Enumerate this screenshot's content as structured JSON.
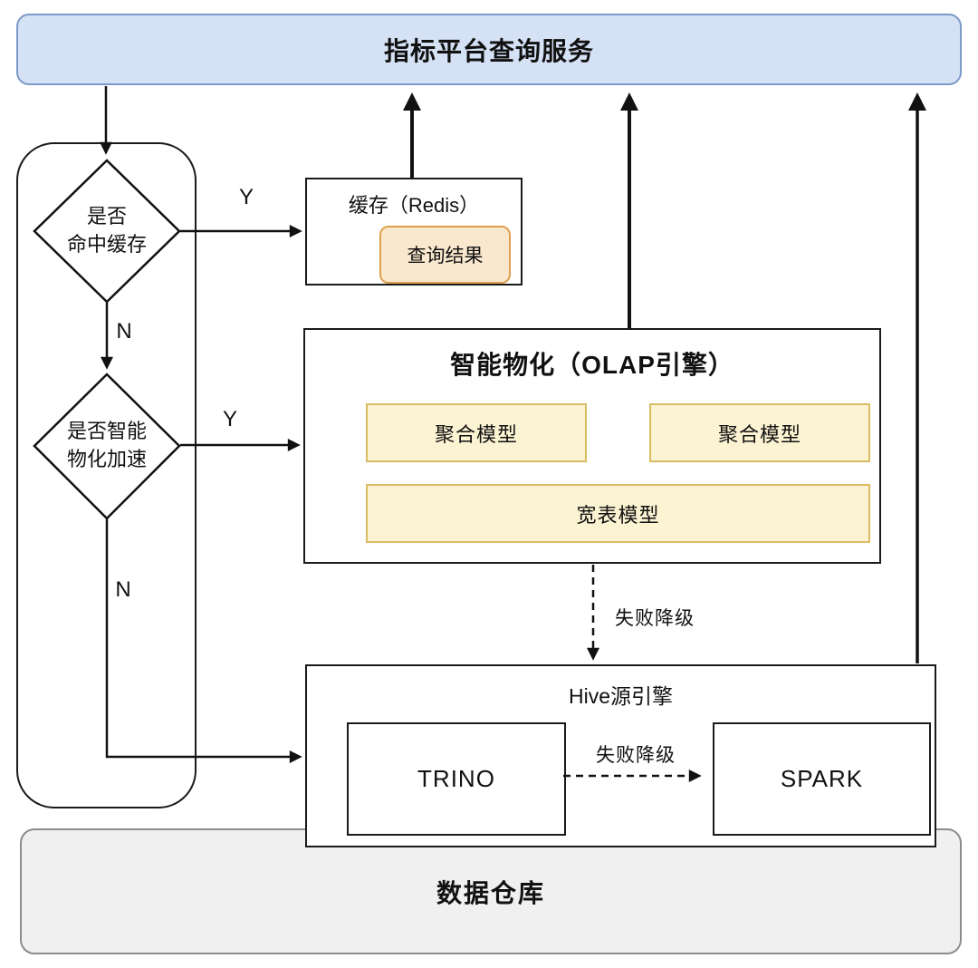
{
  "diagram": {
    "top_service": {
      "label": "指标平台查询服务"
    },
    "warehouse": {
      "label": "数据仓库"
    },
    "decisions": {
      "cache_hit": {
        "line1": "是否",
        "line2": "命中缓存",
        "yes": "Y",
        "no": "N"
      },
      "smart_mat": {
        "line1": "是否智能",
        "line2": "物化加速",
        "yes": "Y",
        "no": "N"
      }
    },
    "cache_box": {
      "title": "缓存（Redis）",
      "result": "查询结果"
    },
    "olap_box": {
      "title": "智能物化（OLAP引擎）",
      "agg_model_1": "聚合模型",
      "agg_model_2": "聚合模型",
      "wide_model": "宽表模型",
      "fallback_label": "失败降级"
    },
    "hive_box": {
      "title": "Hive源引擎",
      "engine_trino": "TRINO",
      "engine_spark": "SPARK",
      "fallback_label": "失败降级"
    },
    "colors": {
      "banner_fill": "#D5E1F5",
      "banner_border": "#7C99C7",
      "model_fill": "#FCF3D3",
      "model_border": "#D9BC62",
      "result_fill": "#FAE8CE",
      "result_border": "#DFA04E",
      "warehouse_fill": "#F0F0F0",
      "warehouse_border": "#8C8C8C",
      "line": "#111111"
    }
  }
}
